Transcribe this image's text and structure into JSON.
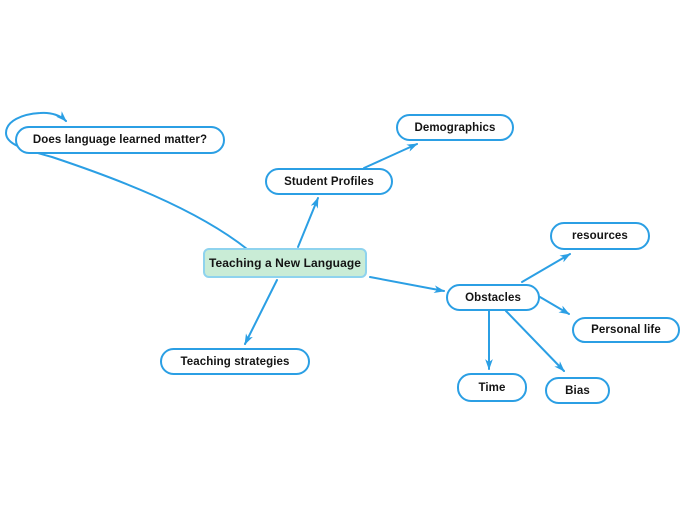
{
  "app": {
    "type": "mind-map",
    "background": "#ffffff"
  },
  "colors": {
    "accent": "#2b9fe4",
    "central_fill": "#c9ecd6",
    "central_border": "#8ed3ee",
    "node_fill": "#ffffff",
    "text": "#141414"
  },
  "nodes": {
    "central": {
      "label": "Teaching a New Language"
    },
    "does_language": {
      "label": "Does language learned matter?"
    },
    "student_profiles": {
      "label": "Student Profiles"
    },
    "demographics": {
      "label": "Demographics"
    },
    "obstacles": {
      "label": "Obstacles"
    },
    "resources": {
      "label": "resources"
    },
    "personal_life": {
      "label": "Personal life"
    },
    "time": {
      "label": "Time"
    },
    "bias": {
      "label": "Bias"
    },
    "teaching_strategies": {
      "label": "Teaching strategies"
    }
  },
  "edges": [
    {
      "from": "Teaching a New Language",
      "to": "Does language learned matter?"
    },
    {
      "from": "Teaching a New Language",
      "to": "Student Profiles"
    },
    {
      "from": "Student Profiles",
      "to": "Demographics"
    },
    {
      "from": "Teaching a New Language",
      "to": "Obstacles"
    },
    {
      "from": "Obstacles",
      "to": "resources"
    },
    {
      "from": "Obstacles",
      "to": "Personal life"
    },
    {
      "from": "Obstacles",
      "to": "Time"
    },
    {
      "from": "Obstacles",
      "to": "Bias"
    },
    {
      "from": "Teaching a New Language",
      "to": "Teaching strategies"
    }
  ]
}
